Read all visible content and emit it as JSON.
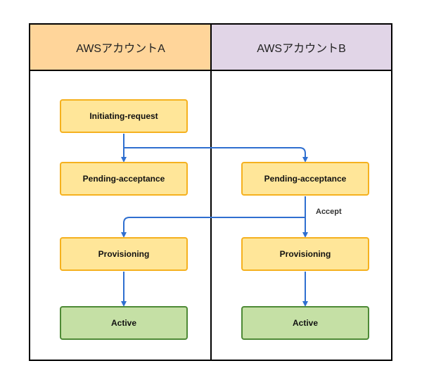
{
  "lanes": {
    "a": {
      "title": "AWSアカウントA"
    },
    "b": {
      "title": "AWSアカウントB"
    }
  },
  "nodes": {
    "a_initiating": "Initiating-request",
    "a_pending": "Pending-acceptance",
    "a_provisioning": "Provisioning",
    "a_active": "Active",
    "b_pending": "Pending-acceptance",
    "b_provisioning": "Provisioning",
    "b_active": "Active"
  },
  "edge_labels": {
    "accept": "Accept"
  },
  "colors": {
    "lane_a_header": "#ffd59a",
    "lane_b_header": "#e1d5e7",
    "node_yellow_fill": "#ffe699",
    "node_yellow_border": "#f5b11f",
    "node_green_fill": "#c5e0a5",
    "node_green_border": "#4e8a36",
    "edge": "#2f6fd0"
  }
}
